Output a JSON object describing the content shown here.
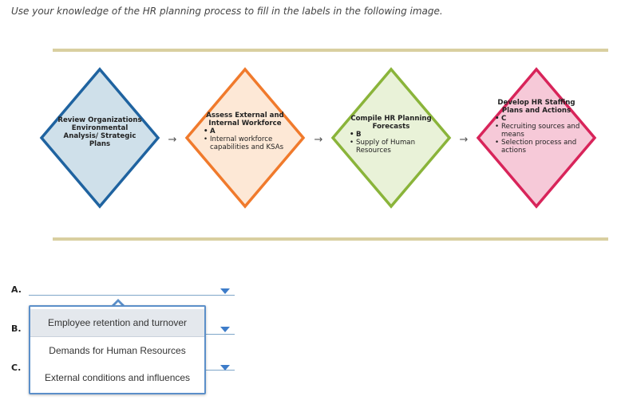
{
  "instruction": "Use your knowledge of the HR planning process to fill in the labels in the following image.",
  "steps": [
    {
      "title": "Review Organizations Environmental Analysis/ Strategic Plans",
      "items": [],
      "color": "#1f63a0",
      "fill": "#cfe0ea"
    },
    {
      "title": "Assess External and Internal Workforce",
      "items": [
        {
          "text": "A",
          "bold": true
        },
        {
          "text": "Internal workforce capabilities and KSAs",
          "bold": false
        }
      ],
      "color": "#f07a2c",
      "fill": "#fde8d6"
    },
    {
      "title": "Compile HR Planning Forecasts",
      "items": [
        {
          "text": "B",
          "bold": true
        },
        {
          "text": "Supply of Human Resources",
          "bold": false
        }
      ],
      "color": "#8ab43a",
      "fill": "#e9f2d8"
    },
    {
      "title": "Develop HR Staffing Plans and Actions",
      "items": [
        {
          "text": "C",
          "bold": true
        },
        {
          "text": "Recruiting sources and means",
          "bold": false
        },
        {
          "text": "Selection process and actions",
          "bold": false
        }
      ],
      "color": "#d8245a",
      "fill": "#f6c9d8"
    }
  ],
  "arrow_glyph": "→",
  "questions": [
    {
      "label": "A.",
      "value": ""
    },
    {
      "label": "B.",
      "value": ""
    },
    {
      "label": "C.",
      "value": ""
    }
  ],
  "dropdown": {
    "options": [
      "Employee retention and turnover",
      "Demands for Human Resources",
      "External conditions and influences"
    ],
    "highlighted_index": 0
  }
}
